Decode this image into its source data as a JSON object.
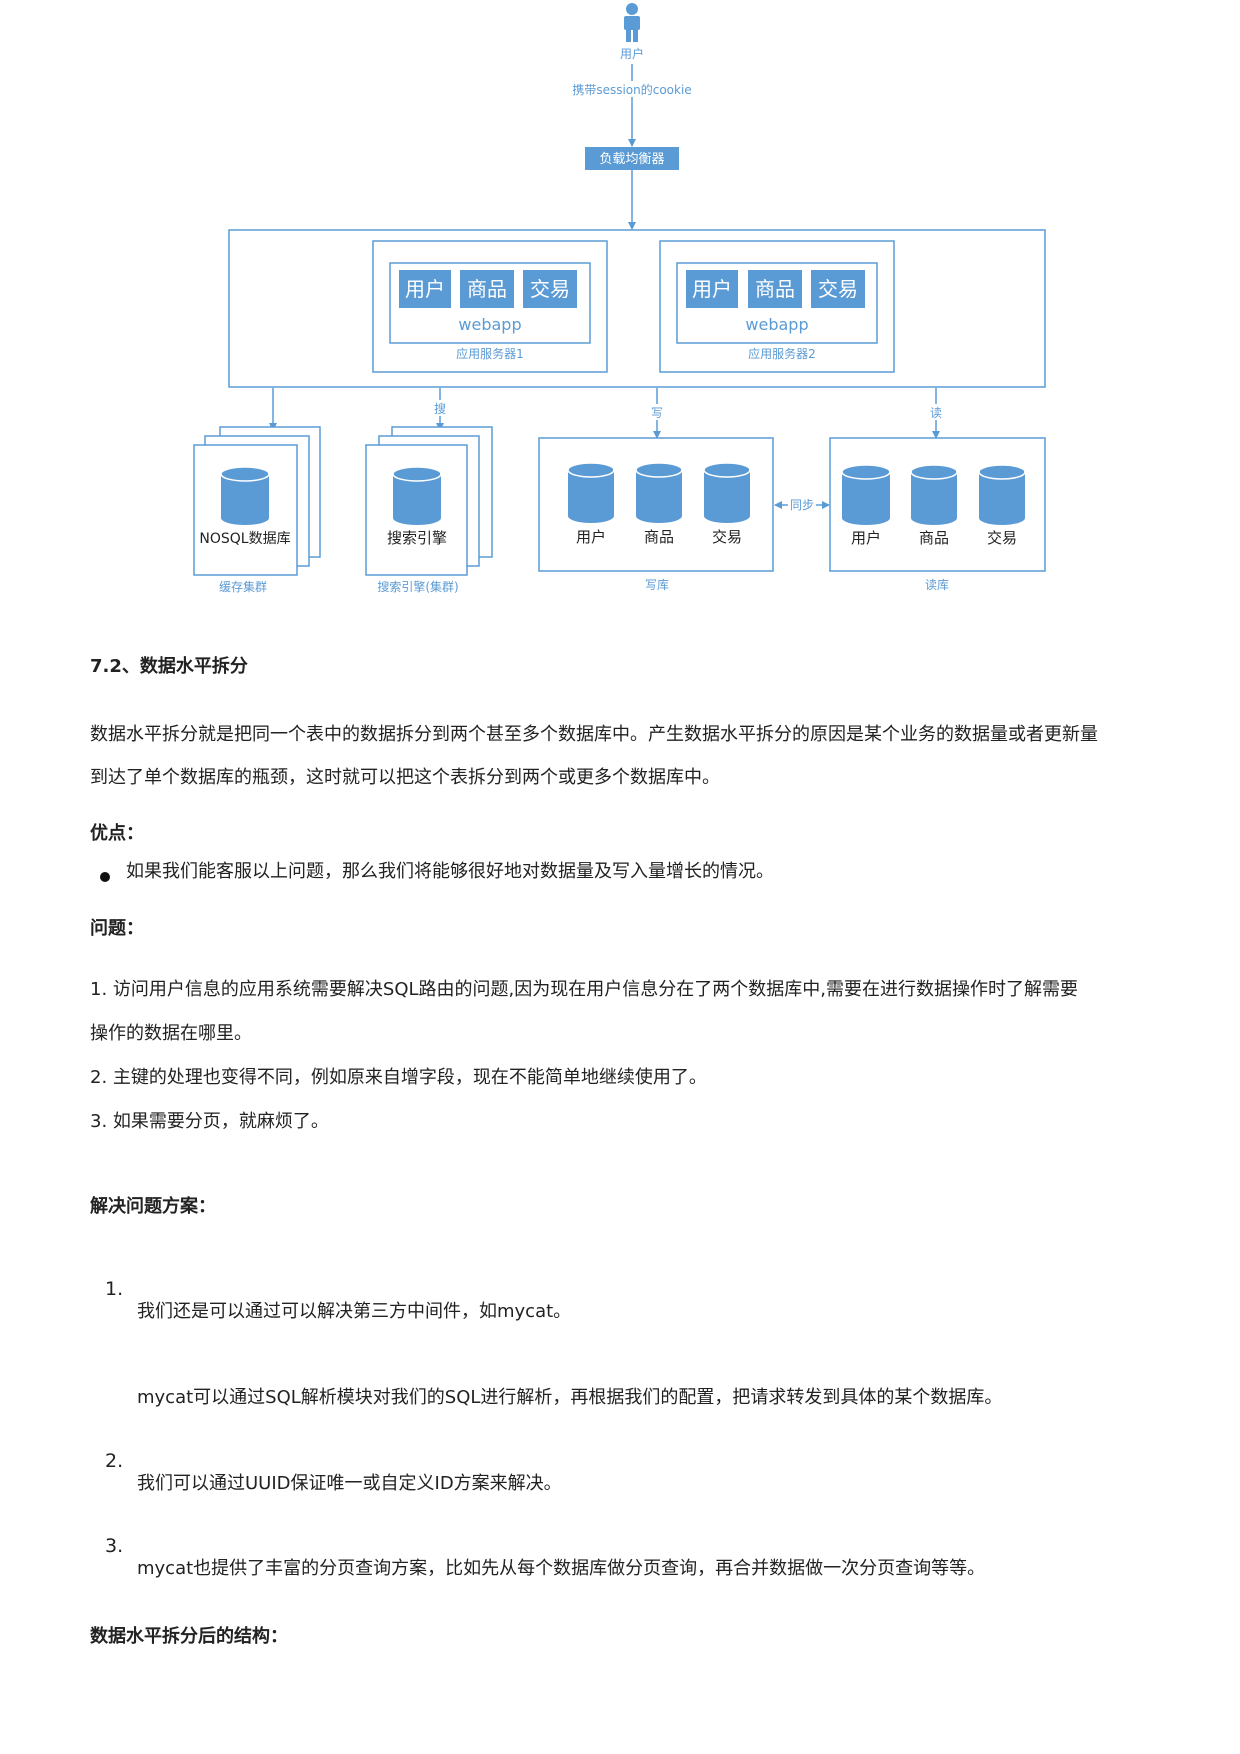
{
  "diagram": {
    "user_label": "用户",
    "cookie_label": "携带session的cookie",
    "load_balancer": "负载均衡器",
    "servers": [
      {
        "modules": [
          "用户",
          "商品",
          "交易"
        ],
        "webapp": "webapp",
        "caption": "应用服务器1"
      },
      {
        "modules": [
          "用户",
          "商品",
          "交易"
        ],
        "webapp": "webapp",
        "caption": "应用服务器2"
      }
    ],
    "search_edge": "搜",
    "write_edge": "写",
    "read_edge": "读",
    "nosql_label": "NOSQL数据库",
    "cache_caption": "缓存集群",
    "search_engine_label": "搜索引擎",
    "search_caption": "搜索引擎(集群)",
    "write_db_items": [
      "用户",
      "商品",
      "交易"
    ],
    "write_caption": "写库",
    "sync_label": "同步",
    "read_db_items": [
      "用户",
      "商品",
      "交易"
    ],
    "read_caption": "读库",
    "colors": {
      "line": "#5b9bd5",
      "fill": "#5b9bd5",
      "text": "#5b9bd5"
    }
  },
  "doc": {
    "section_title": "7.2、数据水平拆分",
    "intro_line1": "数据水平拆分就是把同一个表中的数据拆分到两个甚至多个数据库中。产生数据水平拆分的原因是某个业务的数据量或者更新量",
    "intro_line2": "到达了单个数据库的瓶颈，这时就可以把这个表拆分到两个或更多个数据库中。",
    "pros_heading": "优点：",
    "pros_item": "如果我们能客服以上问题，那么我们将能够很好地对数据量及写入量增长的情况。",
    "issues_heading": "问题：",
    "issue1_line1": "1.   访问用户信息的应用系统需要解决SQL路由的问题,因为现在用户信息分在了两个数据库中,需要在进行数据操作时了解需要",
    "issue1_line2": "操作的数据在哪里。",
    "issue2": "2. 主键的处理也变得不同，例如原来自增字段，现在不能简单地继续使用了。",
    "issue3": "3. 如果需要分页，就麻烦了。",
    "solution_heading": "解决问题方案：",
    "sol1_num": "1.",
    "sol1": "我们还是可以通过可以解决第三方中间件，如mycat。",
    "sol1_detail": "mycat可以通过SQL解析模块对我们的SQL进行解析，再根据我们的配置，把请求转发到具体的某个数据库。",
    "sol2_num": "2.",
    "sol2": "我们可以通过UUID保证唯一或自定义ID方案来解决。",
    "sol3_num": "3.",
    "sol3": "mycat也提供了丰富的分页查询方案，比如先从每个数据库做分页查询，再合并数据做一次分页查询等等。",
    "structure_heading": "数据水平拆分后的结构："
  }
}
